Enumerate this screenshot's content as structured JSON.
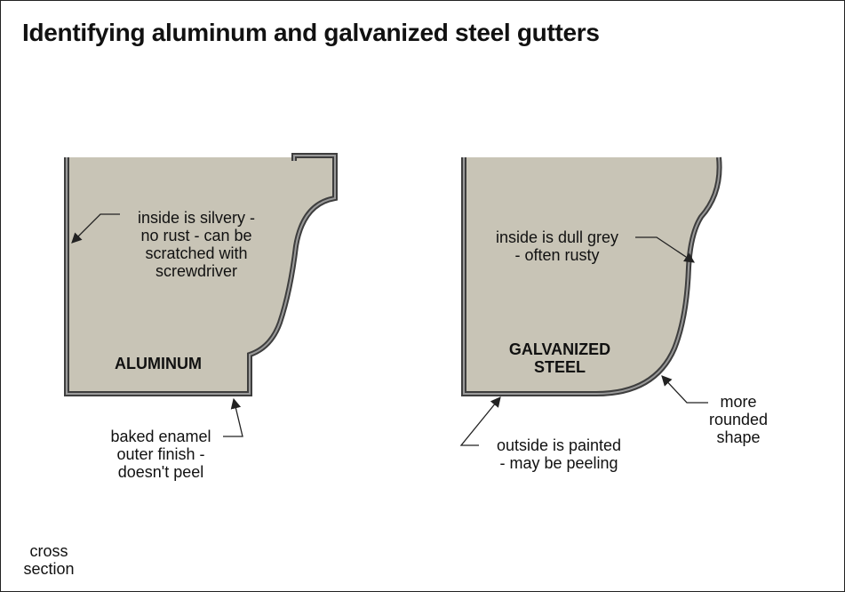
{
  "title": "Identifying aluminum and galvanized steel gutters",
  "aluminum": {
    "name": "ALUMINUM",
    "inside_note": [
      "inside is silvery -",
      "no rust - can be",
      "scratched with",
      "screwdriver"
    ],
    "outside_note": [
      "baked enamel",
      "outer finish  -",
      "doesn't peel"
    ]
  },
  "steel": {
    "name": [
      "GALVANIZED",
      "STEEL"
    ],
    "inside_note": [
      "inside is dull grey",
      "- often rusty"
    ],
    "outside_note": [
      "outside is painted",
      "- may be peeling"
    ],
    "shape_note": [
      "more",
      "rounded",
      "shape"
    ]
  },
  "corner_note": [
    "cross",
    "section"
  ],
  "colors": {
    "gutter_fill": "#c8c4b6",
    "gutter_wall": "#4a4a4a",
    "line": "#222222"
  }
}
